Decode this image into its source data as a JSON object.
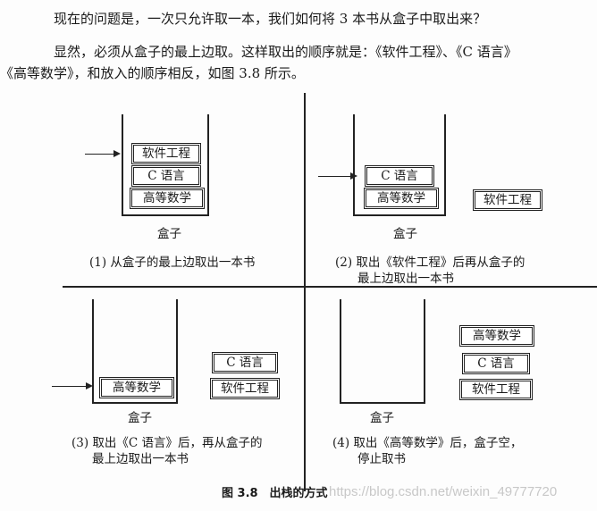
{
  "paragraphs": [
    "现在的问题是，一次只允许取一本，我们如何将 3 本书从盒子中取出来？",
    "显然，必须从盒子的最上边取。这样取出的顺序就是：《软件工程》、《C 语言》",
    "《高等数学》，和放入的顺序相反，如图 3.8 所示。"
  ],
  "figure": {
    "box_label": "盒子",
    "books": {
      "se": "软件工程",
      "c": "C 语言",
      "math": "高等数学"
    },
    "captions": [
      [
        "(1) 从盒子的最上边取出一本书"
      ],
      [
        "(2) 取出《软件工程》后再从盒子的",
        "最上边取出一本书"
      ],
      [
        "(3) 取出《C 语言》后，再从盒子的",
        "最上边取出一本书"
      ],
      [
        "(4) 取出《高等数学》后，盒子空，",
        "停止取书"
      ]
    ],
    "title": "图 3.8　出栈的方式"
  },
  "watermark": "https://blog.csdn.net/weixin_49777720"
}
